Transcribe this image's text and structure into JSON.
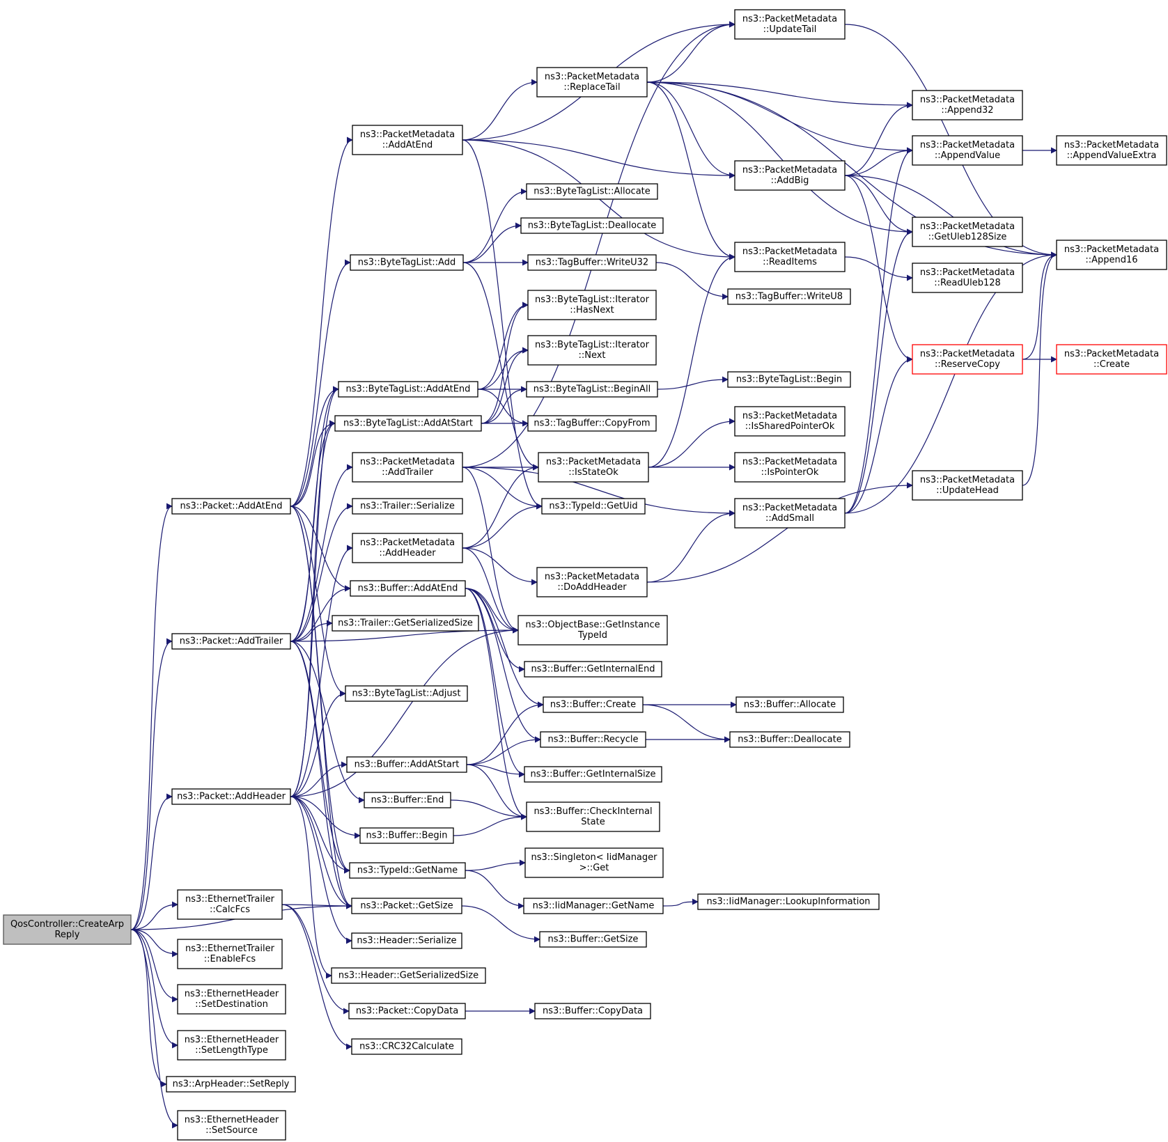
{
  "colors": {
    "edge": "#191970",
    "root_fill": "#bfbfbf",
    "node_border": "#000000",
    "truncated_border": "#ff0000"
  },
  "nodes": {
    "root": [
      "QosController::CreateArp",
      "Reply"
    ],
    "pkt_addatend": [
      "ns3::Packet::AddAtEnd"
    ],
    "pkt_addtrailer": [
      "ns3::Packet::AddTrailer"
    ],
    "pkt_addheader": [
      "ns3::Packet::AddHeader"
    ],
    "eth_calcfcs": [
      "ns3::EthernetTrailer",
      "::CalcFcs"
    ],
    "eth_enablefcs": [
      "ns3::EthernetTrailer",
      "::EnableFcs"
    ],
    "eth_setdest": [
      "ns3::EthernetHeader",
      "::SetDestination"
    ],
    "eth_setlen": [
      "ns3::EthernetHeader",
      "::SetLengthType"
    ],
    "arp_setreply": [
      "ns3::ArpHeader::SetReply"
    ],
    "eth_setsrc": [
      "ns3::EthernetHeader",
      "::SetSource"
    ],
    "pm_addatend": [
      "ns3::PacketMetadata",
      "::AddAtEnd"
    ],
    "btl_add": [
      "ns3::ByteTagList::Add"
    ],
    "btl_addatend": [
      "ns3::ByteTagList::AddAtEnd"
    ],
    "btl_addatstart": [
      "ns3::ByteTagList::AddAtStart"
    ],
    "pm_addtrailer": [
      "ns3::PacketMetadata",
      "::AddTrailer"
    ],
    "trl_serialize": [
      "ns3::Trailer::Serialize"
    ],
    "pm_addheader": [
      "ns3::PacketMetadata",
      "::AddHeader"
    ],
    "buf_addatend": [
      "ns3::Buffer::AddAtEnd"
    ],
    "trl_getsize": [
      "ns3::Trailer::GetSerializedSize"
    ],
    "btl_adjust": [
      "ns3::ByteTagList::Adjust"
    ],
    "buf_addatstart": [
      "ns3::Buffer::AddAtStart"
    ],
    "buf_end": [
      "ns3::Buffer::End"
    ],
    "buf_begin": [
      "ns3::Buffer::Begin"
    ],
    "tid_getname": [
      "ns3::TypeId::GetName"
    ],
    "pkt_getsize": [
      "ns3::Packet::GetSize"
    ],
    "hdr_serialize": [
      "ns3::Header::Serialize"
    ],
    "hdr_getsize": [
      "ns3::Header::GetSerializedSize"
    ],
    "pkt_copydata": [
      "ns3::Packet::CopyData"
    ],
    "crc32": [
      "ns3::CRC32Calculate"
    ],
    "pm_replacetail": [
      "ns3::PacketMetadata",
      "::ReplaceTail"
    ],
    "btl_allocate": [
      "ns3::ByteTagList::Allocate"
    ],
    "btl_deallocate": [
      "ns3::ByteTagList::Deallocate"
    ],
    "tb_writeu32": [
      "ns3::TagBuffer::WriteU32"
    ],
    "btl_it_hasnext": [
      "ns3::ByteTagList::Iterator",
      "::HasNext"
    ],
    "btl_it_next": [
      "ns3::ByteTagList::Iterator",
      "::Next"
    ],
    "btl_beginall": [
      "ns3::ByteTagList::BeginAll"
    ],
    "tb_copyfrom": [
      "ns3::TagBuffer::CopyFrom"
    ],
    "pm_isstateok": [
      "ns3::PacketMetadata",
      "::IsStateOk"
    ],
    "tid_getuid": [
      "ns3::TypeId::GetUid"
    ],
    "pm_doaddheader": [
      "ns3::PacketMetadata",
      "::DoAddHeader"
    ],
    "ob_getinstancetypeid": [
      "ns3::ObjectBase::GetInstance",
      "TypeId"
    ],
    "buf_getinternalend": [
      "ns3::Buffer::GetInternalEnd"
    ],
    "buf_create": [
      "ns3::Buffer::Create"
    ],
    "buf_recycle": [
      "ns3::Buffer::Recycle"
    ],
    "buf_getinternalsize": [
      "ns3::Buffer::GetInternalSize"
    ],
    "buf_checkinternal": [
      "ns3::Buffer::CheckInternal",
      "State"
    ],
    "singleton_get": [
      "ns3::Singleton< IidManager",
      ">::Get"
    ],
    "iid_getname": [
      "ns3::IidManager::GetName"
    ],
    "buf_getsize": [
      "ns3::Buffer::GetSize"
    ],
    "buf_copydata": [
      "ns3::Buffer::CopyData"
    ],
    "pm_updatetail": [
      "ns3::PacketMetadata",
      "::UpdateTail"
    ],
    "pm_addbig": [
      "ns3::PacketMetadata",
      "::AddBig"
    ],
    "pm_readitems": [
      "ns3::PacketMetadata",
      "::ReadItems"
    ],
    "tb_writeu8": [
      "ns3::TagBuffer::WriteU8"
    ],
    "btl_begin": [
      "ns3::ByteTagList::Begin"
    ],
    "pm_issharedpointerok": [
      "ns3::PacketMetadata",
      "::IsSharedPointerOk"
    ],
    "pm_ispointerok": [
      "ns3::PacketMetadata",
      "::IsPointerOk"
    ],
    "pm_addsmall": [
      "ns3::PacketMetadata",
      "::AddSmall"
    ],
    "buf_allocate": [
      "ns3::Buffer::Allocate"
    ],
    "buf_deallocate": [
      "ns3::Buffer::Deallocate"
    ],
    "iid_lookup": [
      "ns3::IidManager::LookupInformation"
    ],
    "pm_append32": [
      "ns3::PacketMetadata",
      "::Append32"
    ],
    "pm_appendvalue": [
      "ns3::PacketMetadata",
      "::AppendValue"
    ],
    "pm_getuleb128size": [
      "ns3::PacketMetadata",
      "::GetUleb128Size"
    ],
    "pm_readuleb128": [
      "ns3::PacketMetadata",
      "::ReadUleb128"
    ],
    "pm_reservecopy": [
      "ns3::PacketMetadata",
      "::ReserveCopy"
    ],
    "pm_updatehead": [
      "ns3::PacketMetadata",
      "::UpdateHead"
    ],
    "pm_appendvalueextra": [
      "ns3::PacketMetadata",
      "::AppendValueExtra"
    ],
    "pm_append16": [
      "ns3::PacketMetadata",
      "::Append16"
    ],
    "pm_create": [
      "ns3::PacketMetadata",
      "::Create"
    ]
  },
  "truncated_nodes": [
    "pm_reservecopy",
    "pm_create"
  ],
  "edges": [
    [
      "root",
      "pkt_addatend"
    ],
    [
      "root",
      "pkt_addtrailer"
    ],
    [
      "root",
      "pkt_addheader"
    ],
    [
      "root",
      "pkt_getsize"
    ],
    [
      "root",
      "eth_calcfcs"
    ],
    [
      "root",
      "eth_enablefcs"
    ],
    [
      "root",
      "eth_setdest"
    ],
    [
      "root",
      "eth_setlen"
    ],
    [
      "root",
      "arp_setreply"
    ],
    [
      "root",
      "eth_setsrc"
    ],
    [
      "pkt_addatend",
      "pm_addatend"
    ],
    [
      "pkt_addatend",
      "btl_add"
    ],
    [
      "pkt_addatend",
      "btl_addatend"
    ],
    [
      "pkt_addatend",
      "btl_addatstart"
    ],
    [
      "pkt_addatend",
      "buf_addatend"
    ],
    [
      "pkt_addatend",
      "btl_adjust"
    ],
    [
      "pkt_addatend",
      "tid_getname"
    ],
    [
      "pkt_addatend",
      "pkt_getsize"
    ],
    [
      "pkt_addtrailer",
      "btl_addatend"
    ],
    [
      "pkt_addtrailer",
      "btl_addatstart"
    ],
    [
      "pkt_addtrailer",
      "pm_addtrailer"
    ],
    [
      "pkt_addtrailer",
      "trl_serialize"
    ],
    [
      "pkt_addtrailer",
      "buf_addatend"
    ],
    [
      "pkt_addtrailer",
      "trl_getsize"
    ],
    [
      "pkt_addtrailer",
      "ob_getinstancetypeid"
    ],
    [
      "pkt_addtrailer",
      "buf_end"
    ],
    [
      "pkt_addtrailer",
      "tid_getname"
    ],
    [
      "pkt_addtrailer",
      "pkt_getsize"
    ],
    [
      "pkt_addheader",
      "btl_addatend"
    ],
    [
      "pkt_addheader",
      "btl_addatstart"
    ],
    [
      "pkt_addheader",
      "pm_addheader"
    ],
    [
      "pkt_addheader",
      "btl_adjust"
    ],
    [
      "pkt_addheader",
      "buf_addatstart"
    ],
    [
      "pkt_addheader",
      "ob_getinstancetypeid"
    ],
    [
      "pkt_addheader",
      "buf_begin"
    ],
    [
      "pkt_addheader",
      "tid_getname"
    ],
    [
      "pkt_addheader",
      "pkt_getsize"
    ],
    [
      "pkt_addheader",
      "hdr_serialize"
    ],
    [
      "pkt_addheader",
      "hdr_getsize"
    ],
    [
      "eth_calcfcs",
      "pkt_getsize"
    ],
    [
      "eth_calcfcs",
      "pkt_copydata"
    ],
    [
      "eth_calcfcs",
      "crc32"
    ],
    [
      "pm_addatend",
      "pm_updatetail"
    ],
    [
      "pm_addatend",
      "pm_replacetail"
    ],
    [
      "pm_addatend",
      "pm_addbig"
    ],
    [
      "pm_addatend",
      "pm_readitems"
    ],
    [
      "pm_addatend",
      "tid_getuid"
    ],
    [
      "btl_add",
      "btl_allocate"
    ],
    [
      "btl_add",
      "btl_deallocate"
    ],
    [
      "btl_add",
      "tb_writeu32"
    ],
    [
      "btl_add",
      "pm_isstateok"
    ],
    [
      "btl_addatend",
      "btl_it_hasnext"
    ],
    [
      "btl_addatend",
      "btl_it_next"
    ],
    [
      "btl_addatend",
      "btl_beginall"
    ],
    [
      "btl_addatend",
      "tb_copyfrom"
    ],
    [
      "btl_addatstart",
      "btl_it_hasnext"
    ],
    [
      "btl_addatstart",
      "btl_it_next"
    ],
    [
      "btl_addatstart",
      "btl_beginall"
    ],
    [
      "btl_addatstart",
      "tb_copyfrom"
    ],
    [
      "pm_addtrailer",
      "pm_updatetail"
    ],
    [
      "pm_addtrailer",
      "pm_isstateok"
    ],
    [
      "pm_addtrailer",
      "tid_getuid"
    ],
    [
      "pm_addtrailer",
      "pm_addsmall"
    ],
    [
      "pm_addtrailer",
      "ob_getinstancetypeid"
    ],
    [
      "pm_addheader",
      "pm_isstateok"
    ],
    [
      "pm_addheader",
      "tid_getuid"
    ],
    [
      "pm_addheader",
      "pm_doaddheader"
    ],
    [
      "pm_addheader",
      "ob_getinstancetypeid"
    ],
    [
      "buf_addatend",
      "ob_getinstancetypeid"
    ],
    [
      "buf_addatend",
      "buf_getinternalend"
    ],
    [
      "buf_addatend",
      "buf_create"
    ],
    [
      "buf_addatend",
      "buf_recycle"
    ],
    [
      "buf_addatend",
      "buf_getinternalsize"
    ],
    [
      "buf_addatend",
      "buf_checkinternal"
    ],
    [
      "buf_addatstart",
      "buf_create"
    ],
    [
      "buf_addatstart",
      "buf_recycle"
    ],
    [
      "buf_addatstart",
      "buf_getinternalsize"
    ],
    [
      "buf_addatstart",
      "buf_checkinternal"
    ],
    [
      "buf_end",
      "buf_checkinternal"
    ],
    [
      "buf_begin",
      "buf_checkinternal"
    ],
    [
      "tid_getname",
      "singleton_get"
    ],
    [
      "tid_getname",
      "iid_getname"
    ],
    [
      "pkt_getsize",
      "buf_getsize"
    ],
    [
      "pkt_copydata",
      "buf_copydata"
    ],
    [
      "pm_replacetail",
      "pm_updatetail"
    ],
    [
      "pm_replacetail",
      "pm_append16"
    ],
    [
      "pm_replacetail",
      "pm_append32"
    ],
    [
      "pm_replacetail",
      "pm_appendvalue"
    ],
    [
      "pm_replacetail",
      "pm_addbig"
    ],
    [
      "pm_replacetail",
      "pm_getuleb128size"
    ],
    [
      "pm_replacetail",
      "pm_readitems"
    ],
    [
      "tb_writeu32",
      "tb_writeu8"
    ],
    [
      "btl_beginall",
      "btl_begin"
    ],
    [
      "pm_isstateok",
      "pm_readitems"
    ],
    [
      "pm_isstateok",
      "pm_issharedpointerok"
    ],
    [
      "pm_isstateok",
      "pm_ispointerok"
    ],
    [
      "pm_doaddheader",
      "pm_addsmall"
    ],
    [
      "pm_doaddheader",
      "pm_updatehead"
    ],
    [
      "buf_create",
      "buf_allocate"
    ],
    [
      "buf_create",
      "buf_deallocate"
    ],
    [
      "buf_recycle",
      "buf_deallocate"
    ],
    [
      "iid_getname",
      "iid_lookup"
    ],
    [
      "pm_updatetail",
      "pm_append16"
    ],
    [
      "pm_addbig",
      "pm_append32"
    ],
    [
      "pm_addbig",
      "pm_appendvalue"
    ],
    [
      "pm_addbig",
      "pm_getuleb128size"
    ],
    [
      "pm_addbig",
      "pm_append16"
    ],
    [
      "pm_addbig",
      "pm_reservecopy"
    ],
    [
      "pm_readitems",
      "pm_readuleb128"
    ],
    [
      "pm_addsmall",
      "pm_appendvalue"
    ],
    [
      "pm_addsmall",
      "pm_getuleb128size"
    ],
    [
      "pm_addsmall",
      "pm_append16"
    ],
    [
      "pm_addsmall",
      "pm_reservecopy"
    ],
    [
      "pm_appendvalue",
      "pm_appendvalueextra"
    ],
    [
      "pm_reservecopy",
      "pm_append16"
    ],
    [
      "pm_reservecopy",
      "pm_create"
    ],
    [
      "pm_updatehead",
      "pm_append16"
    ]
  ]
}
